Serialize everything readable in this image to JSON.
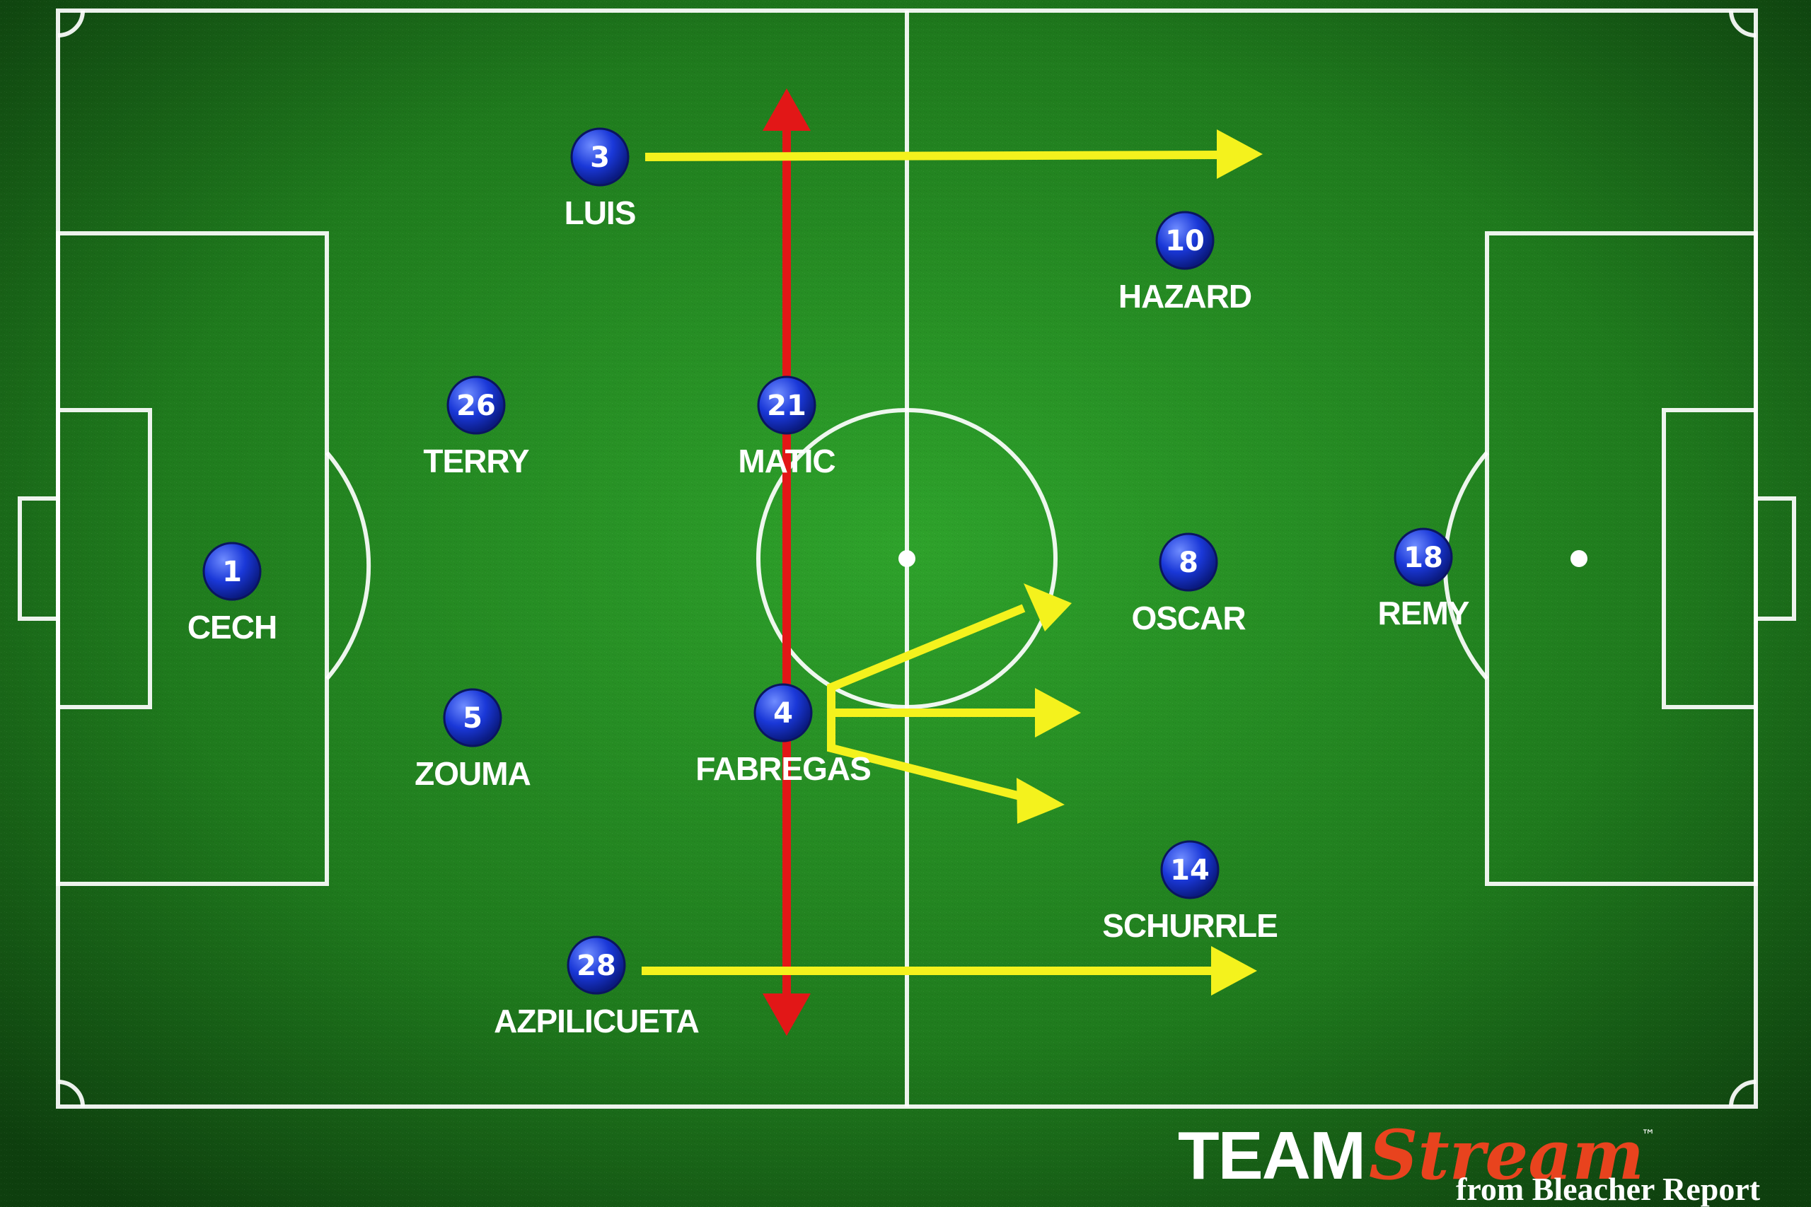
{
  "colors": {
    "pitch_center": "#2ea22b",
    "pitch_edge": "#0e3f0e",
    "line": "#ffffff",
    "player": "#1a38d8",
    "player_highlight": "#6f8cff",
    "arrow_yellow": "#f4f21d",
    "arrow_red": "#e21717",
    "brand_accent": "#e8431e"
  },
  "players": [
    {
      "number": "1",
      "name": "CECH"
    },
    {
      "number": "26",
      "name": "TERRY"
    },
    {
      "number": "5",
      "name": "ZOUMA"
    },
    {
      "number": "3",
      "name": "LUIS"
    },
    {
      "number": "28",
      "name": "AZPILICUETA"
    },
    {
      "number": "21",
      "name": "MATIC"
    },
    {
      "number": "4",
      "name": "FABREGAS"
    },
    {
      "number": "10",
      "name": "HAZARD"
    },
    {
      "number": "8",
      "name": "OSCAR"
    },
    {
      "number": "14",
      "name": "SCHURRLE"
    },
    {
      "number": "18",
      "name": "REMY"
    }
  ],
  "arrows": [
    {
      "from": "LUIS",
      "direction": "forward",
      "color": "yellow"
    },
    {
      "from": "AZPILICUETA",
      "direction": "forward",
      "color": "yellow"
    },
    {
      "from": "FABREGAS",
      "direction": "forward-fan",
      "color": "yellow"
    },
    {
      "from": "MATIC",
      "direction": "lateral",
      "color": "red"
    }
  ],
  "branding": {
    "team": "TEAM",
    "stream": "Stream",
    "trademark": "™",
    "from": "from Bleacher Report"
  }
}
